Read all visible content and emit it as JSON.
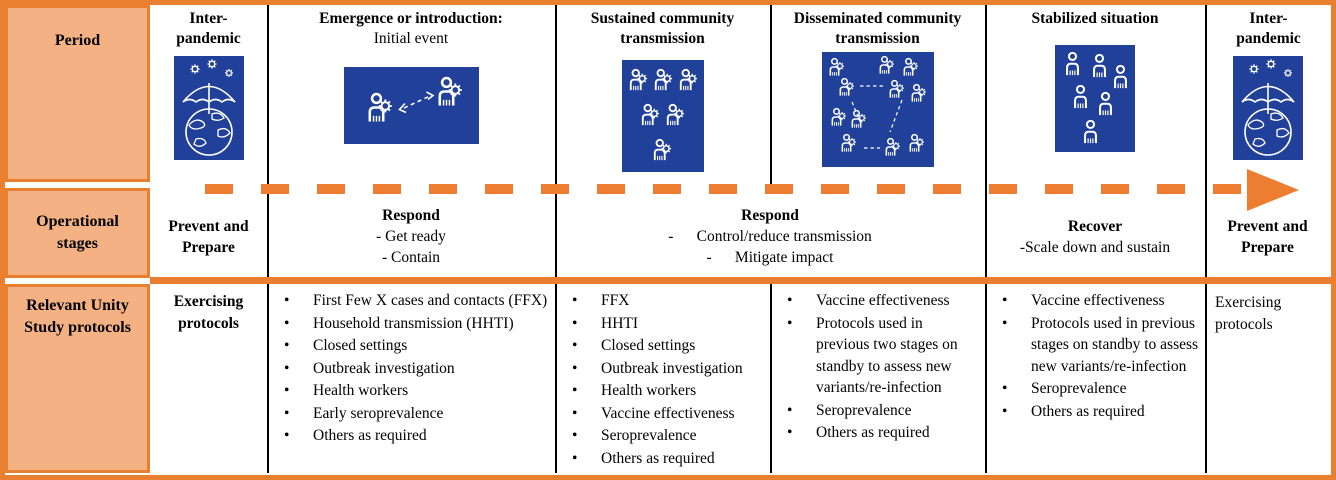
{
  "colors": {
    "orange": "#ED7D31",
    "orange_dark": "#E8802F",
    "orange_light": "#F4B183",
    "blue": "#21409A"
  },
  "row_labels": {
    "period": "Period",
    "stages": "Operational stages",
    "protocols": "Relevant Unity Study protocols"
  },
  "periods": [
    {
      "title": "Inter-\npandemic",
      "icon": "umbrella-globe-icon"
    },
    {
      "title": "Emergence or introduction:",
      "subtitle": "Initial event",
      "icon": "person-to-person-transmission-icon"
    },
    {
      "title": "Sustained community transmission",
      "icon": "infected-group-icon"
    },
    {
      "title": "Disseminated community transmission",
      "icon": "infected-network-icon"
    },
    {
      "title": "Stabilized situation",
      "icon": "people-group-icon"
    },
    {
      "title": "Inter-\npandemic",
      "icon": "umbrella-globe-icon"
    }
  ],
  "stages": [
    {
      "title": "Prevent and Prepare"
    },
    {
      "title": "Respond",
      "line1": "- Get ready",
      "line2": "- Contain"
    },
    {
      "title": "Respond",
      "line1": "-      Control/reduce transmission",
      "line2": "-      Mitigate impact"
    },
    {
      "title": "Recover",
      "line1": "-Scale down and sustain"
    },
    {
      "title": "Prevent and Prepare"
    }
  ],
  "protocols": {
    "col1": "Exercising protocols",
    "col2": [
      "First Few X cases and contacts (FFX)",
      "Household transmission (HHTI)",
      "Closed settings",
      "Outbreak investigation",
      "Health workers",
      "Early seroprevalence",
      "Others as required"
    ],
    "col3": [
      "FFX",
      "HHTI",
      "Closed settings",
      "Outbreak investigation",
      "Health workers",
      "Vaccine effectiveness",
      "Seroprevalence",
      "Others as required"
    ],
    "col4": [
      "Vaccine effectiveness",
      "Protocols used in previous two stages on standby to assess new variants/re-infection",
      "Seroprevalence",
      "Others as required"
    ],
    "col5": [
      "Vaccine effectiveness",
      "Protocols used in previous stages on standby to assess new variants/re-infection",
      "Seroprevalence",
      "Others as required"
    ],
    "col6": "Exercising protocols"
  }
}
